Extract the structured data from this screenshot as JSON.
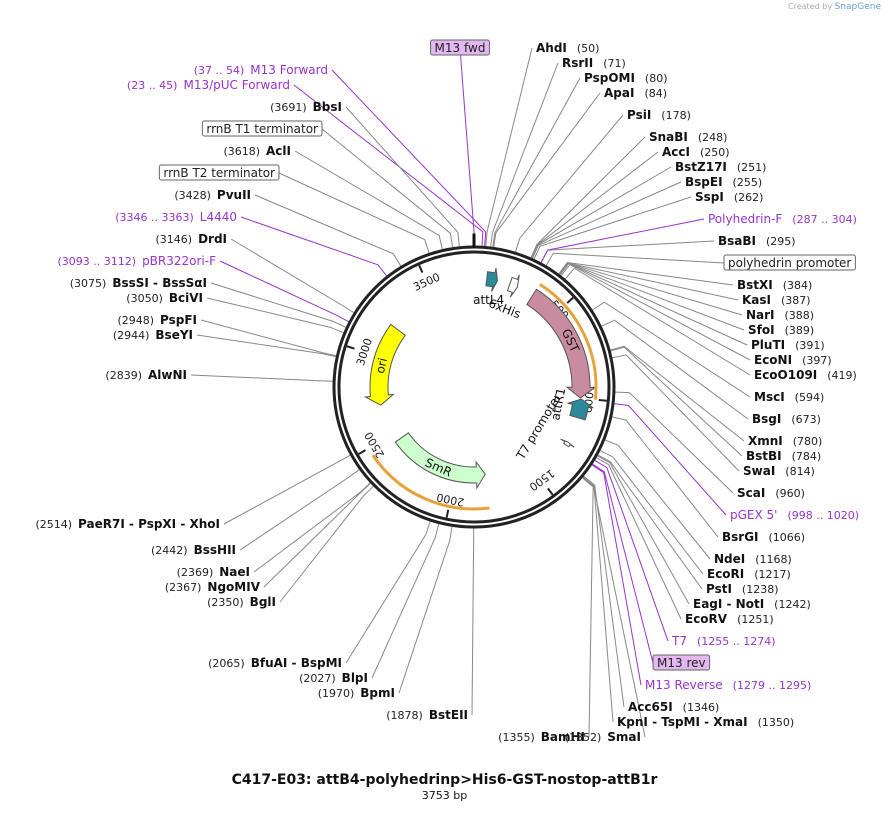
{
  "header": {
    "credit_prefix": "Created by",
    "credit_brand": "SnapGene"
  },
  "plasmid": {
    "name": "C417-E03: attB4-polyhedrinp>His6-GST-nostop-attB1r",
    "length_label": "3753 bp",
    "length": 3753,
    "ticks": [
      "500",
      "1000",
      "1500",
      "2000",
      "2500",
      "3000",
      "3500"
    ]
  },
  "colors": {
    "enzyme": "#111111",
    "primer": "#9933cc",
    "leader": "#888888",
    "primer_leader": "#9933cc",
    "highlight_fill": "#e3b8f0",
    "GST": "#c98ba0",
    "ori": "#ffff00",
    "SmR": "#ccffcc",
    "att": "#2a8a9a",
    "orange": "#e8a23a"
  },
  "sites": [
    {
      "name": "M13 fwd",
      "pos": "",
      "type": "boxed-primer",
      "bp": 3753
    },
    {
      "name": "M13 Forward",
      "pos": "(37 .. 54)",
      "type": "primer",
      "bp": 45
    },
    {
      "name": "M13/pUC Forward",
      "pos": "(23 .. 45)",
      "type": "primer",
      "bp": 34
    },
    {
      "name": "BbsI",
      "pos": "(3691)",
      "type": "enzyme",
      "bp": 3691
    },
    {
      "name": "rrnB T1 terminator",
      "pos": "",
      "type": "boxed",
      "bp": 3662
    },
    {
      "name": "AclI",
      "pos": "(3618)",
      "type": "enzyme",
      "bp": 3618
    },
    {
      "name": "rrnB T2 terminator",
      "pos": "",
      "type": "boxed",
      "bp": 3560
    },
    {
      "name": "PvuII",
      "pos": "(3428)",
      "type": "enzyme",
      "bp": 3428
    },
    {
      "name": "L4440",
      "pos": "(3346 .. 3363)",
      "type": "primer",
      "bp": 3355
    },
    {
      "name": "DrdI",
      "pos": "(3146)",
      "type": "enzyme",
      "bp": 3146
    },
    {
      "name": "pBR322ori-F",
      "pos": "(3093 .. 3112)",
      "type": "primer",
      "bp": 3102
    },
    {
      "name": "BssSI - BssSαI",
      "pos": "(3075)",
      "type": "enzyme",
      "bp": 3075
    },
    {
      "name": "BciVI",
      "pos": "(3050)",
      "type": "enzyme",
      "bp": 3050
    },
    {
      "name": "PspFI",
      "pos": "(2948)",
      "type": "enzyme",
      "bp": 2948
    },
    {
      "name": "BseYI",
      "pos": "(2944)",
      "type": "enzyme",
      "bp": 2944
    },
    {
      "name": "AlwNI",
      "pos": "(2839)",
      "type": "enzyme",
      "bp": 2839
    },
    {
      "name": "PaeR7I - PspXI - XhoI",
      "pos": "(2514)",
      "type": "enzyme",
      "bp": 2514
    },
    {
      "name": "BssHII",
      "pos": "(2442)",
      "type": "enzyme",
      "bp": 2442
    },
    {
      "name": "NaeI",
      "pos": "(2369)",
      "type": "enzyme",
      "bp": 2369
    },
    {
      "name": "NgoMIV",
      "pos": "(2367)",
      "type": "enzyme",
      "bp": 2367
    },
    {
      "name": "BglI",
      "pos": "(2350)",
      "type": "enzyme",
      "bp": 2350
    },
    {
      "name": "BfuAI - BspMI",
      "pos": "(2065)",
      "type": "enzyme",
      "bp": 2065
    },
    {
      "name": "BlpI",
      "pos": "(2027)",
      "type": "enzyme",
      "bp": 2027
    },
    {
      "name": "BpmI",
      "pos": "(1970)",
      "type": "enzyme",
      "bp": 1970
    },
    {
      "name": "BstEII",
      "pos": "(1878)",
      "type": "enzyme",
      "bp": 1878
    },
    {
      "name": "BamHI",
      "pos": "(1355)",
      "type": "enzyme",
      "bp": 1355
    },
    {
      "name": "SmaI",
      "pos": "(1352)",
      "type": "enzyme",
      "bp": 1352
    },
    {
      "name": "KpnI - TspMI - XmaI",
      "pos": "(1350)",
      "type": "enzyme",
      "bp": 1350
    },
    {
      "name": "Acc65I",
      "pos": "(1346)",
      "type": "enzyme",
      "bp": 1346
    },
    {
      "name": "M13 Reverse",
      "pos": "(1279 .. 1295)",
      "type": "primer",
      "bp": 1287
    },
    {
      "name": "M13 rev",
      "pos": "",
      "type": "boxed-primer",
      "bp": 1283
    },
    {
      "name": "T7",
      "pos": "(1255 .. 1274)",
      "type": "primer",
      "bp": 1264
    },
    {
      "name": "EcoRV",
      "pos": "(1251)",
      "type": "enzyme",
      "bp": 1251
    },
    {
      "name": "EagI - NotI",
      "pos": "(1242)",
      "type": "enzyme",
      "bp": 1242
    },
    {
      "name": "PstI",
      "pos": "(1238)",
      "type": "enzyme",
      "bp": 1238
    },
    {
      "name": "EcoRI",
      "pos": "(1217)",
      "type": "enzyme",
      "bp": 1217
    },
    {
      "name": "NdeI",
      "pos": "(1168)",
      "type": "enzyme",
      "bp": 1168
    },
    {
      "name": "BsrGI",
      "pos": "(1066)",
      "type": "enzyme",
      "bp": 1066
    },
    {
      "name": "pGEX 5'",
      "pos": "(998 .. 1020)",
      "type": "primer",
      "bp": 1009
    },
    {
      "name": "ScaI",
      "pos": "(960)",
      "type": "enzyme",
      "bp": 960
    },
    {
      "name": "SwaI",
      "pos": "(814)",
      "type": "enzyme",
      "bp": 814
    },
    {
      "name": "BstBI",
      "pos": "(784)",
      "type": "enzyme",
      "bp": 784
    },
    {
      "name": "XmnI",
      "pos": "(780)",
      "type": "enzyme",
      "bp": 780
    },
    {
      "name": "BsgI",
      "pos": "(673)",
      "type": "enzyme",
      "bp": 673
    },
    {
      "name": "MscI",
      "pos": "(594)",
      "type": "enzyme",
      "bp": 594
    },
    {
      "name": "EcoO109I",
      "pos": "(419)",
      "type": "enzyme",
      "bp": 419
    },
    {
      "name": "EcoNI",
      "pos": "(397)",
      "type": "enzyme",
      "bp": 397
    },
    {
      "name": "PluTI",
      "pos": "(391)",
      "type": "enzyme",
      "bp": 391
    },
    {
      "name": "SfoI",
      "pos": "(389)",
      "type": "enzyme",
      "bp": 389
    },
    {
      "name": "NarI",
      "pos": "(388)",
      "type": "enzyme",
      "bp": 388
    },
    {
      "name": "KasI",
      "pos": "(387)",
      "type": "enzyme",
      "bp": 387
    },
    {
      "name": "BstXI",
      "pos": "(384)",
      "type": "enzyme",
      "bp": 384
    },
    {
      "name": "polyhedrin promoter",
      "pos": "",
      "type": "boxed",
      "bp": 320
    },
    {
      "name": "BsaBI",
      "pos": "(295)",
      "type": "enzyme",
      "bp": 295
    },
    {
      "name": "Polyhedrin-F",
      "pos": "(287 .. 304)",
      "type": "primer",
      "bp": 295
    },
    {
      "name": "SspI",
      "pos": "(262)",
      "type": "enzyme",
      "bp": 262
    },
    {
      "name": "BspEI",
      "pos": "(255)",
      "type": "enzyme",
      "bp": 255
    },
    {
      "name": "BstZ17I",
      "pos": "(251)",
      "type": "enzyme",
      "bp": 251
    },
    {
      "name": "AccI",
      "pos": "(250)",
      "type": "enzyme",
      "bp": 250
    },
    {
      "name": "SnaBI",
      "pos": "(248)",
      "type": "enzyme",
      "bp": 248
    },
    {
      "name": "PsiI",
      "pos": "(178)",
      "type": "enzyme",
      "bp": 178
    },
    {
      "name": "ApaI",
      "pos": "(84)",
      "type": "enzyme",
      "bp": 84
    },
    {
      "name": "PspOMI",
      "pos": "(80)",
      "type": "enzyme",
      "bp": 80
    },
    {
      "name": "RsrII",
      "pos": "(71)",
      "type": "enzyme",
      "bp": 71
    },
    {
      "name": "AhdI",
      "pos": "(50)",
      "type": "enzyme",
      "bp": 50
    }
  ],
  "features": [
    {
      "name": "attL4",
      "color": "#2a8a9a",
      "start": 70,
      "end": 130,
      "strand": 1
    },
    {
      "name": "6xHis",
      "color": "#ffffff",
      "start": 200,
      "end": 245,
      "strand": 1
    },
    {
      "name": "GST",
      "color": "#c98ba0",
      "start": 340,
      "end": 1000,
      "strand": 1
    },
    {
      "name": "attR1",
      "color": "#2a8a9a",
      "start": 1005,
      "end": 1110,
      "strand": -1
    },
    {
      "name": "T7 promoter",
      "color": "#ffffff",
      "start": 1255,
      "end": 1274,
      "strand": -1
    },
    {
      "name": "SmR",
      "color": "#ccffcc",
      "start": 1800,
      "end": 2450,
      "strand": -1
    },
    {
      "name": "ori",
      "color": "#ffff00",
      "start": 2700,
      "end": 3200,
      "strand": -1
    }
  ]
}
